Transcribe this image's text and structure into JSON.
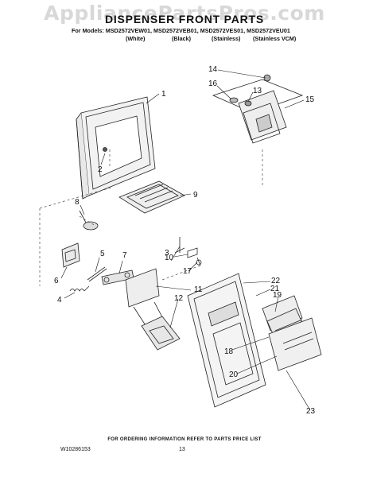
{
  "watermark": "AppliancePartsPros.com",
  "title": "DISPENSER FRONT PARTS",
  "models_line": "For Models: MSD2572VEW01, MSD2572VEB01, MSD2572VES01, MSD2572VEU01",
  "variants": [
    "(White)",
    "(Black)",
    "(Stainless)",
    "(Stainless VCM)"
  ],
  "callouts": [
    "1",
    "2",
    "3",
    "4",
    "5",
    "6",
    "7",
    "8",
    "9",
    "10",
    "11",
    "12",
    "13",
    "14",
    "15",
    "16",
    "17",
    "18",
    "19",
    "20",
    "21",
    "22",
    "23"
  ],
  "footer": {
    "order_note": "FOR ORDERING INFORMATION REFER TO PARTS PRICE LIST",
    "doc_number": "W10286153",
    "page_number": "13"
  }
}
